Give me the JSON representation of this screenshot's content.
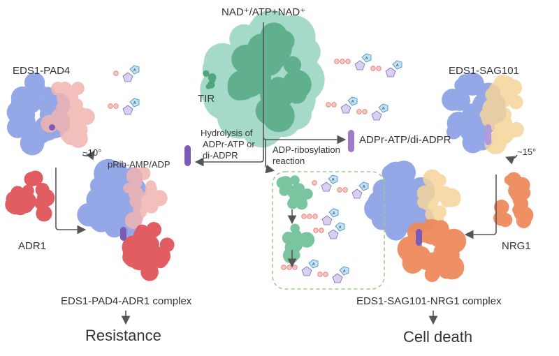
{
  "title": "NAD⁺/ATP+NAD⁺",
  "tir_label": "TIR",
  "left": {
    "heterodimer": "EDS1-PAD4",
    "angle": "~10°",
    "helper": "ADR1",
    "complex": "EDS1-PAD4-ADR1 complex",
    "outcome": "Resistance"
  },
  "right": {
    "heterodimer": "EDS1-SAG101",
    "angle": "~15°",
    "helper": "NRG1",
    "complex": "EDS1-SAG101-NRG1 complex",
    "outcome": "Cell death"
  },
  "center": {
    "hydrolysis": [
      "Hydrolysis of",
      "ADPr-ATP or",
      "di-ADPR"
    ],
    "hydrolysis_product": "pRib-AMP/ADP",
    "adpr_product": "ADPr-ATP/di-ADPR",
    "ribosylation": [
      "ADP-ribosylation",
      "reaction"
    ],
    "molecule_base_label": "A"
  },
  "colors": {
    "eds1": "#8fa3e6",
    "pad4": "#f1b4b0",
    "sag101": "#f5d49a",
    "adr1": "#e0555a",
    "nrg1": "#ee8a5c",
    "tir_light": "#8fd1bd",
    "tir_dark": "#4aa37a",
    "ligand": "#7a5cb8",
    "box": "#9dcc8c"
  }
}
